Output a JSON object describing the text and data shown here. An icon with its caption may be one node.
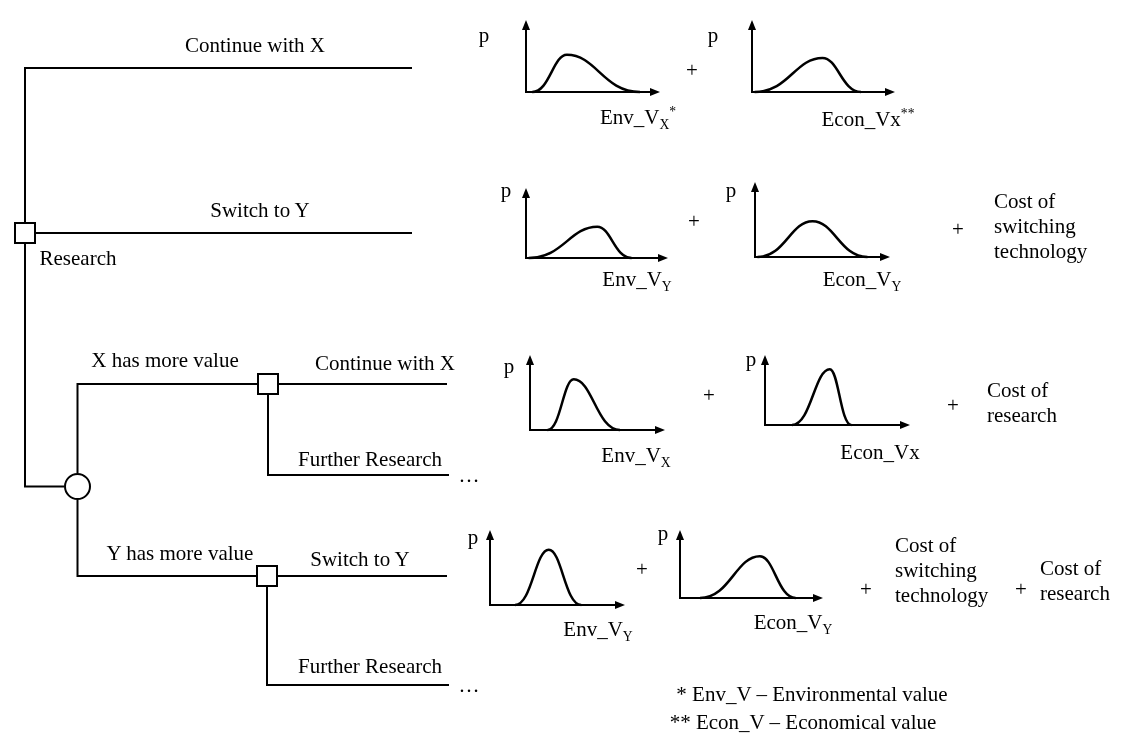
{
  "diagram": {
    "nodes": [
      {
        "text": [],
        "shape": "box",
        "beside": [
          "Research"
        ]
      },
      {
        "text": [],
        "shape": "circle"
      },
      {
        "text": [],
        "shape": "box"
      },
      {
        "text": [],
        "shape": "box"
      },
      {
        "text": [
          "…"
        ]
      },
      {
        "text": [
          "…"
        ]
      }
    ],
    "edges": [
      {
        "from": 0,
        "to": null,
        "arrow": "none",
        "label": "Continue with X"
      },
      {
        "from": 0,
        "to": null,
        "arrow": "none",
        "label": "Switch to Y"
      },
      {
        "from": 0,
        "to": 1,
        "arrow": "none"
      },
      {
        "from": 1,
        "to": 2,
        "arrow": "none",
        "label": "X has more value"
      },
      {
        "from": 2,
        "to": null,
        "arrow": "none",
        "label": "Continue with X"
      },
      {
        "from": 2,
        "to": 4,
        "arrow": "none",
        "label": "Further Research"
      },
      {
        "from": 1,
        "to": 3,
        "arrow": "none",
        "label": "Y has more value"
      },
      {
        "from": 3,
        "to": null,
        "arrow": "none",
        "label": "Switch to Y"
      },
      {
        "from": 3,
        "to": 5,
        "arrow": "none",
        "label": "Further Research"
      }
    ],
    "labels": [
      "p",
      "p",
      "+",
      "Env_V$_{X}$$^{*}$",
      "Econ_Vx$^{**}$",
      "p",
      "p",
      "+",
      "+",
      "Cost of switching technology",
      "Env_V$_{Y}$",
      "Econ_V$_{Y}$",
      "p",
      "p",
      "+",
      "+",
      "Cost of research",
      "Env_V$_{X}$",
      "Econ_Vx",
      "p",
      "p",
      "+",
      "+",
      "Cost of switching technology",
      "+",
      "Cost of research",
      "Env_V$_{Y}$",
      "Econ_V$_{Y}$",
      "* Env_V – Environmental value",
      "** Econ_V – Economical value"
    ]
  }
}
